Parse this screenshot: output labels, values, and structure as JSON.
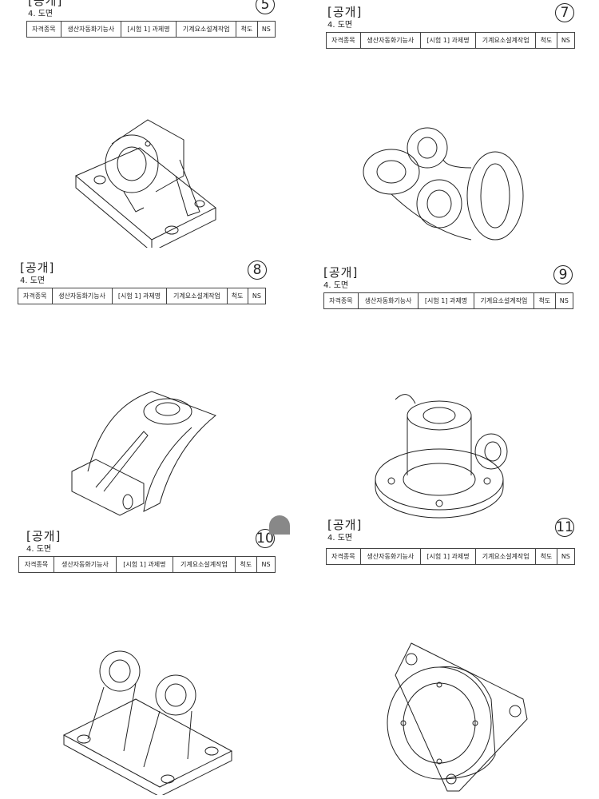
{
  "sheets": [
    {
      "header": "[공개]",
      "subtitle": "4. 도면",
      "number": "5"
    },
    {
      "header": "[공개]",
      "subtitle": "4. 도면",
      "number": "7"
    },
    {
      "header": "[공개]",
      "subtitle": "4. 도면",
      "number": "8"
    },
    {
      "header": "[공개]",
      "subtitle": "4. 도면",
      "number": "9"
    },
    {
      "header": "[공개]",
      "subtitle": "4. 도면",
      "number": "10"
    },
    {
      "header": "[공개]",
      "subtitle": "4. 도면",
      "number": "11"
    }
  ],
  "title_block": {
    "c1": "자격종목",
    "c2": "생산자동화기능사",
    "c3": "[시험 1] 과제명",
    "c4": "기계요소설계작업",
    "c5": "척도",
    "c6": "NS"
  }
}
